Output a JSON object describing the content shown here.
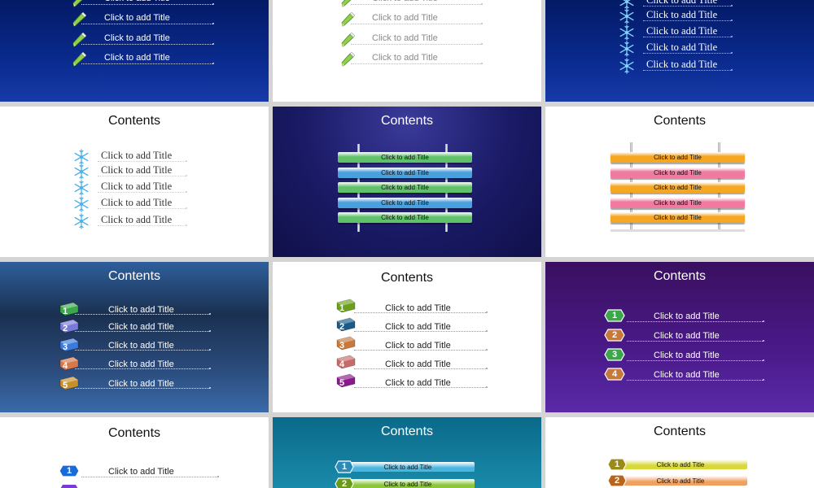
{
  "common": {
    "item_label": "Click to add Title",
    "contents_label": "Contents"
  },
  "tiles": [
    {
      "id": "r1c1",
      "style": "pencil-list-dark-blue"
    },
    {
      "id": "r1c2",
      "style": "pencil-list-white"
    },
    {
      "id": "r1c3",
      "style": "snowflake-list-dark-blue"
    },
    {
      "id": "r2c1",
      "style": "snowflake-list-white",
      "title": "Contents"
    },
    {
      "id": "r2c2",
      "style": "signpost-bars-navy",
      "title": "Contents"
    },
    {
      "id": "r2c3",
      "style": "signpost-bars-white",
      "title": "Contents"
    },
    {
      "id": "r3c1",
      "style": "numbered-cubes-blue",
      "title": "Contents",
      "numbers": [
        "1",
        "2",
        "3",
        "4",
        "5"
      ]
    },
    {
      "id": "r3c2",
      "style": "numbered-cubes-white",
      "title": "Contents",
      "numbers": [
        "1",
        "2",
        "3",
        "4",
        "5"
      ]
    },
    {
      "id": "r3c3",
      "style": "numbered-hexagons-purple",
      "title": "Contents",
      "numbers": [
        "1",
        "2",
        "3",
        "4"
      ]
    },
    {
      "id": "r4c1",
      "style": "numbered-hexagons-white",
      "title": "Contents",
      "numbers": [
        "1"
      ]
    },
    {
      "id": "r4c2",
      "style": "numbered-arrows-teal",
      "title": "Contents",
      "numbers": [
        "1",
        "2"
      ]
    },
    {
      "id": "r4c3",
      "style": "numbered-arrows-white",
      "title": "Contents",
      "numbers": [
        "1",
        "2"
      ]
    }
  ],
  "colors": {
    "navy_bg": "#0d2a8a",
    "purple_bg": "#4a1a8a",
    "teal_bg": "#1a7a9a",
    "bar_green": "#5fc26a",
    "bar_blue": "#4aa0dc",
    "bar_orange": "#f5a623",
    "bar_pink": "#f07aa0",
    "hex_green": "#3aa84a",
    "hex_orange": "#c8783a"
  }
}
